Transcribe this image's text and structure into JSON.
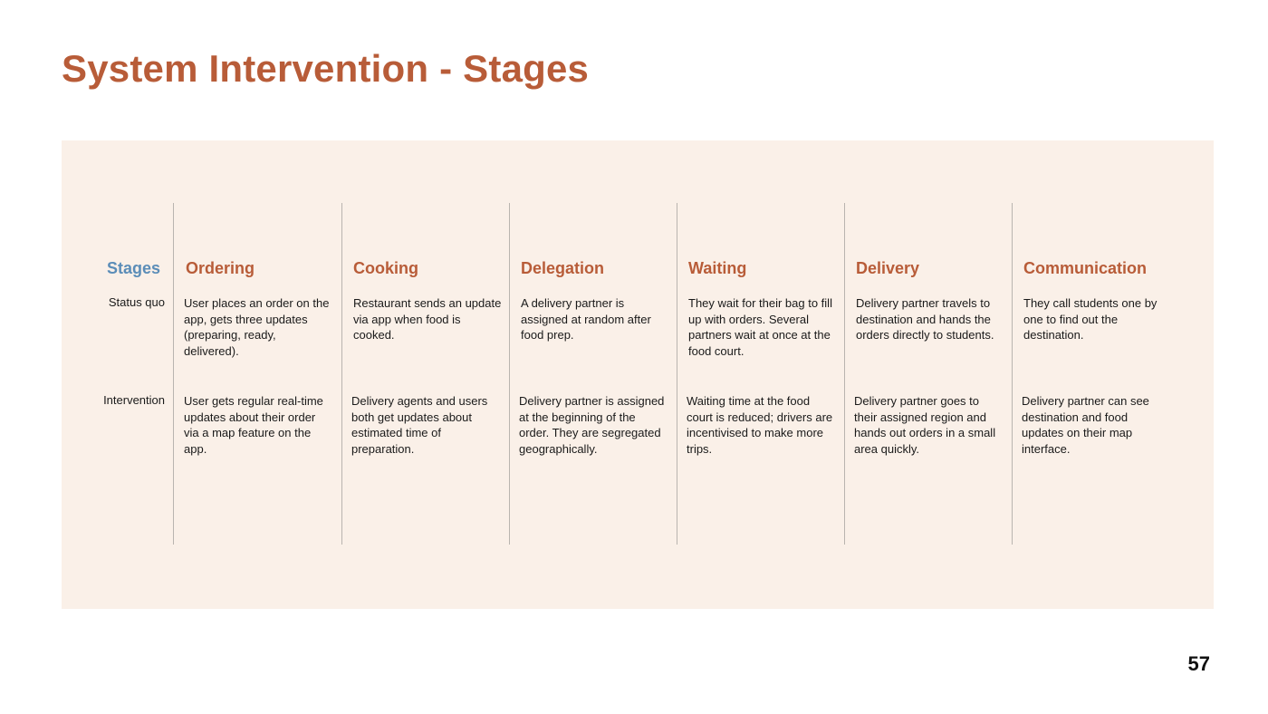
{
  "title": "System Intervention - Stages",
  "page_number": "57",
  "stages_label": "Stages",
  "row_labels": {
    "status_quo": "Status quo",
    "intervention": "Intervention"
  },
  "stages": [
    {
      "name": "Ordering",
      "status_quo": "User places an order on the app, gets three updates (preparing, ready, delivered).",
      "intervention": "User gets regular real-time updates about their order via a map feature on the app."
    },
    {
      "name": "Cooking",
      "status_quo": "Restaurant sends an update via app when food is cooked.",
      "intervention": "Delivery agents and users both get updates about estimated time of preparation."
    },
    {
      "name": "Delegation",
      "status_quo": "A delivery partner is assigned at random after food prep.",
      "intervention": "Delivery partner is assigned at the beginning of the order. They are segregated geographically."
    },
    {
      "name": "Waiting",
      "status_quo": "They wait for their bag to fill up with orders. Several partners wait at once at the food court.",
      "intervention": "Waiting time at the food court is reduced; drivers are incentivised to make more trips."
    },
    {
      "name": "Delivery",
      "status_quo": "Delivery partner travels to destination and hands the orders directly to students.",
      "intervention": "Delivery partner goes to their assigned region and hands out orders in a small area quickly."
    },
    {
      "name": "Communication",
      "status_quo": "They call students one by one to find out the destination.",
      "intervention": "Delivery partner can see destination and food updates on their map interface."
    }
  ],
  "colors": {
    "title": "#B85C38",
    "stages_label": "#5B8DB8",
    "panel_background": "#FAF0E8",
    "divider": "#B9B4AF"
  }
}
